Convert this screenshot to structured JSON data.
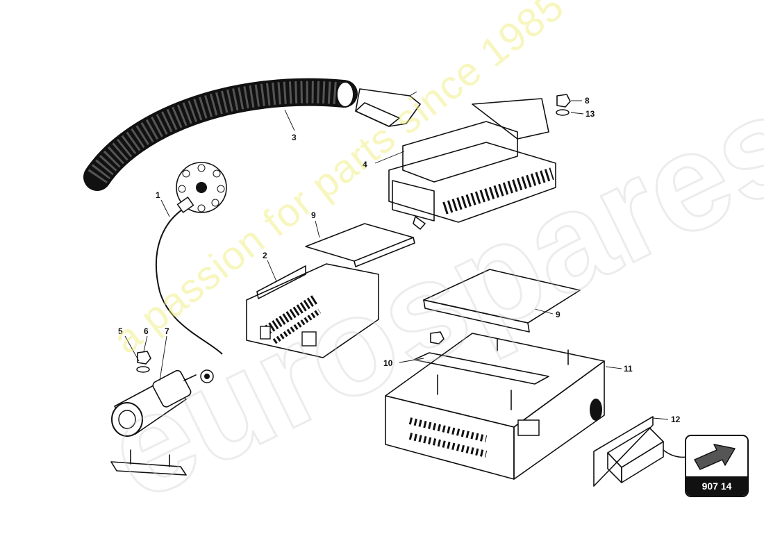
{
  "diagram": {
    "callouts": [
      "1",
      "2",
      "3",
      "4",
      "5",
      "6",
      "7",
      "8",
      "9",
      "9",
      "10",
      "11",
      "12",
      "13"
    ]
  },
  "reference": {
    "code": "907 14",
    "icon": "arrow-icon"
  },
  "watermark": {
    "brand": "eurospares",
    "tagline": "a passion for parts since 1985"
  }
}
